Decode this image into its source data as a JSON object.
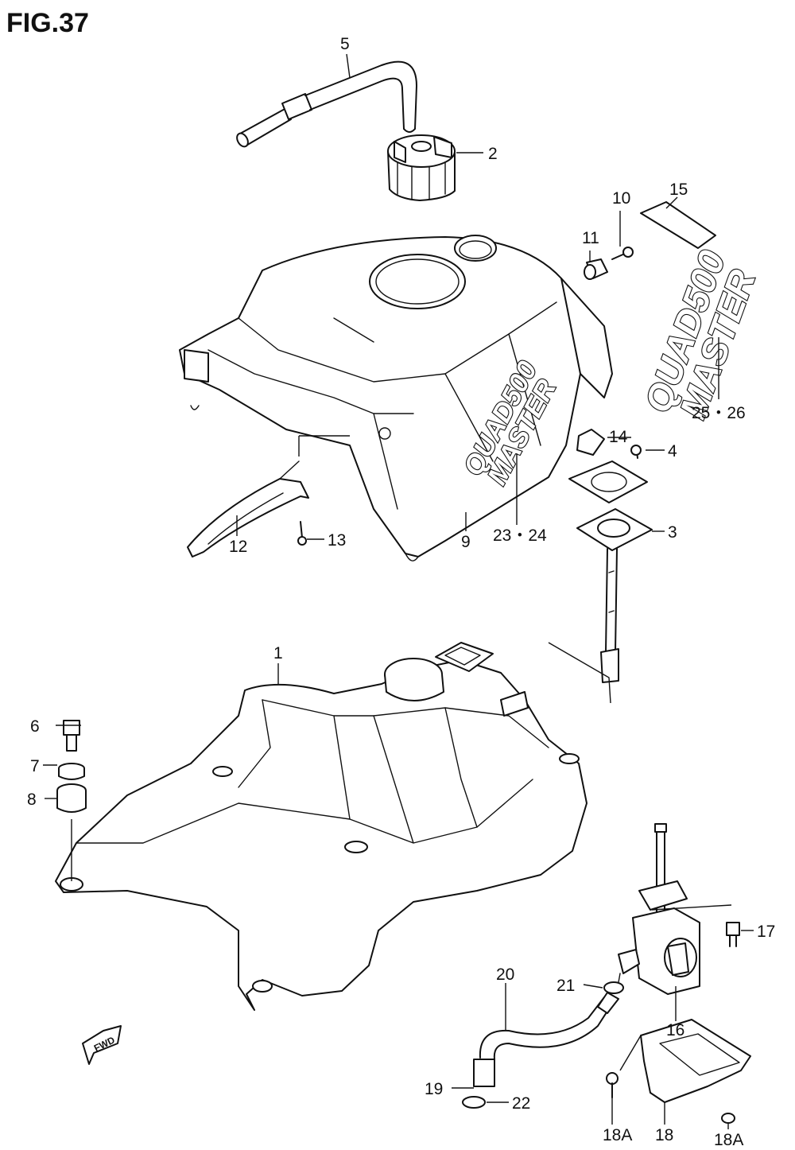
{
  "figure_title": "FIG.37",
  "logo_text": {
    "line1": "QUAD500",
    "line2": "MASTER"
  },
  "fwd_label": "FWD",
  "callouts": [
    {
      "id": "1",
      "label": "1"
    },
    {
      "id": "2",
      "label": "2"
    },
    {
      "id": "3",
      "label": "3"
    },
    {
      "id": "4",
      "label": "4"
    },
    {
      "id": "5",
      "label": "5"
    },
    {
      "id": "6",
      "label": "6"
    },
    {
      "id": "7",
      "label": "7"
    },
    {
      "id": "8",
      "label": "8"
    },
    {
      "id": "9",
      "label": "9"
    },
    {
      "id": "10",
      "label": "10"
    },
    {
      "id": "11",
      "label": "11"
    },
    {
      "id": "12",
      "label": "12"
    },
    {
      "id": "13",
      "label": "13"
    },
    {
      "id": "14",
      "label": "14"
    },
    {
      "id": "15",
      "label": "15"
    },
    {
      "id": "16",
      "label": "16"
    },
    {
      "id": "17",
      "label": "17"
    },
    {
      "id": "18",
      "label": "18"
    },
    {
      "id": "18A",
      "label": "18A"
    },
    {
      "id": "19",
      "label": "19"
    },
    {
      "id": "20",
      "label": "20"
    },
    {
      "id": "21",
      "label": "21"
    },
    {
      "id": "22a",
      "label": "22"
    },
    {
      "id": "22b",
      "label": "22"
    },
    {
      "id": "23-24",
      "label": "23・24"
    },
    {
      "id": "25-26",
      "label": "25・26"
    }
  ]
}
